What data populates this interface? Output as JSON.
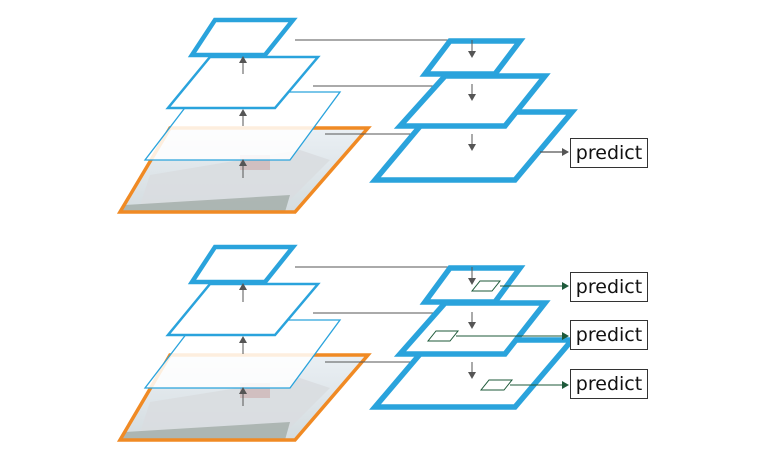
{
  "colors": {
    "layer_blue": "#2aa3dc",
    "image_orange": "#f08a24",
    "arrow_gray": "#555555",
    "arrow_green": "#1e5a3a"
  },
  "icons": [
    "image-thumbnail-boat"
  ],
  "top_diagram": {
    "predict_label": "predict"
  },
  "bottom_diagram": {
    "predict_labels": [
      "predict",
      "predict",
      "predict"
    ]
  }
}
